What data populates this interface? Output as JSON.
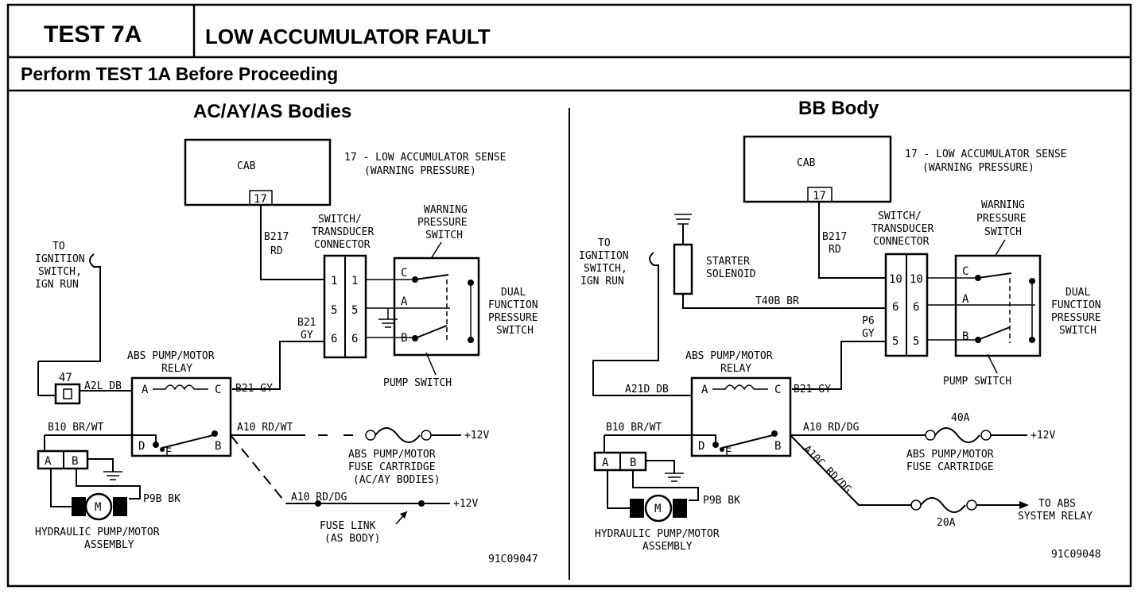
{
  "header": {
    "test_id": "TEST 7A",
    "title": "LOW ACCUMULATOR FAULT",
    "subtitle": "Perform TEST 1A Before Proceeding"
  },
  "left": {
    "heading": "AC/AY/AS Bodies",
    "cab": "CAB",
    "cab_pin": "17",
    "sense_1": "17 - LOW ACCUMULATOR SENSE",
    "sense_2": "(WARNING PRESSURE)",
    "wire_b217": "B217",
    "wire_rd": "RD",
    "conn_1": "SWITCH/",
    "conn_2": "TRANSDUCER",
    "conn_3": "CONNECTOR",
    "warn_1": "WARNING",
    "warn_2": "PRESSURE",
    "warn_2b": "SWITCH",
    "pins": [
      "1",
      "5",
      "6"
    ],
    "sw_c": "C",
    "sw_a": "A",
    "sw_b": "B",
    "dual_1": "DUAL",
    "dual_2": "FUNCTION",
    "dual_3": "PRESSURE",
    "dual_4": "SWITCH",
    "b21": "B21",
    "gy": "GY",
    "pump_switch": "PUMP SWITCH",
    "ign_1": "TO",
    "ign_2": "IGNITION",
    "ign_3": "SWITCH,",
    "ign_4": "IGN RUN",
    "relay_1": "ABS PUMP/MOTOR",
    "relay_2": "RELAY",
    "conn47": "47",
    "a2l": "A2L DB",
    "relay_a": "A",
    "relay_c": "C",
    "relay_d": "D",
    "relay_e": "E",
    "relay_b": "B",
    "b21gy": "B21 GY",
    "a10rdwt": "A10 RD/WT",
    "plus12_1": "+12V",
    "fuse_1": "ABS PUMP/MOTOR",
    "fuse_2": "FUSE CARTRIDGE",
    "fuse_3": "(AC/AY BODIES)",
    "b10": "B10 BR/WT",
    "motor_a": "A",
    "motor_b": "B",
    "motor_m": "M",
    "p9b": "P9B BK",
    "hyd_1": "HYDRAULIC PUMP/MOTOR",
    "hyd_2": "ASSEMBLY",
    "a10rddg": "A10 RD/DG",
    "plus12_2": "+12V",
    "link_1": "FUSE LINK",
    "link_2": "(AS BODY)",
    "fig_id": "91C09047"
  },
  "right": {
    "heading": "BB Body",
    "cab": "CAB",
    "cab_pin": "17",
    "sense_1": "17 - LOW ACCUMULATOR SENSE",
    "sense_2": "(WARNING PRESSURE)",
    "wire_b217": "B217",
    "wire_rd": "RD",
    "conn_1": "SWITCH/",
    "conn_2": "TRANSDUCER",
    "conn_3": "CONNECTOR",
    "warn_1": "WARNING",
    "warn_2": "PRESSURE",
    "warn_3": "SWITCH",
    "pins": [
      "10",
      "6",
      "5"
    ],
    "sw_c": "C",
    "sw_a": "A",
    "sw_b": "B",
    "dual_1": "DUAL",
    "dual_2": "FUNCTION",
    "dual_3": "PRESSURE",
    "dual_4": "SWITCH",
    "starter_1": "STARTER",
    "starter_2": "SOLENOID",
    "t40b": "T40B BR",
    "p6": "P6",
    "gy": "GY",
    "pump_switch": "PUMP SWITCH",
    "ign_1": "TO",
    "ign_2": "IGNITION",
    "ign_3": "SWITCH,",
    "ign_4": "IGN RUN",
    "relay_1": "ABS PUMP/MOTOR",
    "relay_2": "RELAY",
    "a21d": "A21D DB",
    "relay_a": "A",
    "relay_c": "C",
    "relay_d": "D",
    "relay_e": "E",
    "relay_b": "B",
    "b21gy": "B21 GY",
    "a10rddg": "A10 RD/DG",
    "fuse40": "40A",
    "plus12": "+12V",
    "fuse_1": "ABS PUMP/MOTOR",
    "fuse_2": "FUSE CARTRIDGE",
    "a10c": "A10C RD/DG",
    "fuse20": "20A",
    "abs_1": "TO ABS",
    "abs_2": "SYSTEM RELAY",
    "b10": "B10 BR/WT",
    "motor_a": "A",
    "motor_b": "B",
    "motor_m": "M",
    "p9b": "P9B BK",
    "hyd_1": "HYDRAULIC PUMP/MOTOR",
    "hyd_2": "ASSEMBLY",
    "fig_id": "91C09048"
  }
}
